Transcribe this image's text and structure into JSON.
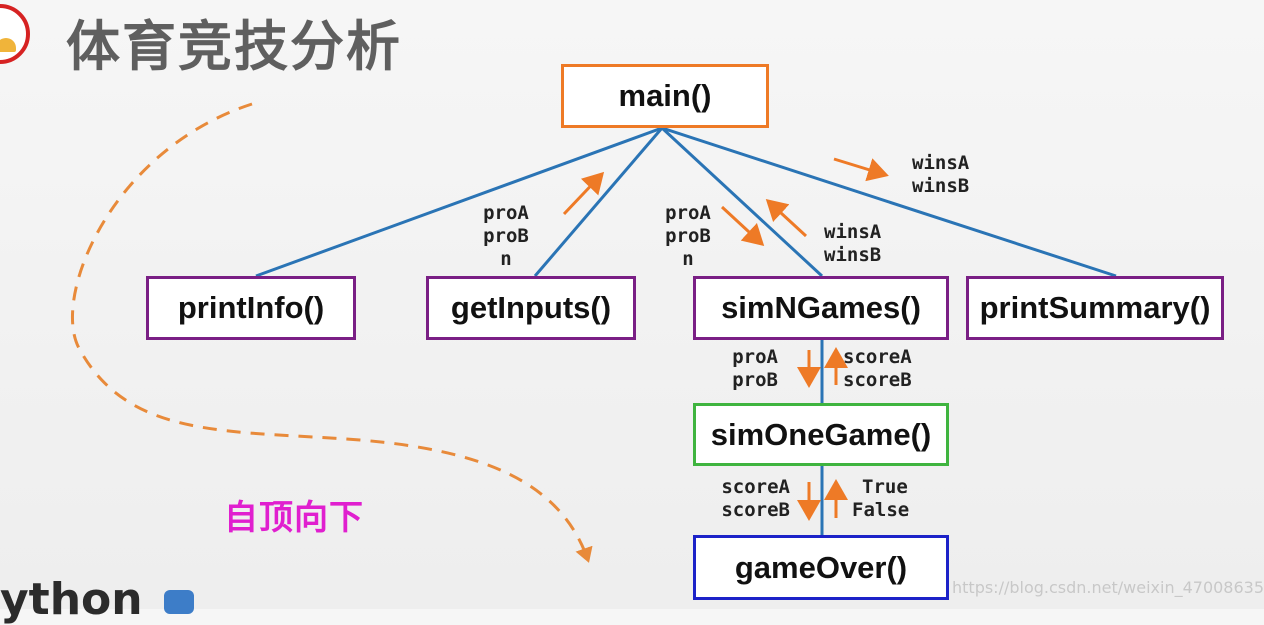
{
  "header": {
    "title": "体育竞技分析"
  },
  "nodes": {
    "main": "main()",
    "printInfo": "printInfo()",
    "getInputs": "getInputs()",
    "simNGames": "simNGames()",
    "printSummary": "printSummary()",
    "simOneGame": "simOneGame()",
    "gameOver": "gameOver()"
  },
  "labels": {
    "getInputs_return": [
      "proA",
      "proB",
      "n"
    ],
    "simNGames_args": [
      "proA",
      "proB",
      "n"
    ],
    "simNGames_return": [
      "winsA",
      "winsB"
    ],
    "printSummary_args": [
      "winsA",
      "winsB"
    ],
    "simOneGame_args": [
      "proA",
      "proB"
    ],
    "simOneGame_return": [
      "scoreA",
      "scoreB"
    ],
    "gameOver_args": [
      "scoreA",
      "scoreB"
    ],
    "gameOver_return": [
      "True",
      "False"
    ]
  },
  "side_note": "自顶向下",
  "footer": {
    "logo_text": "ython",
    "watermark": "https://blog.csdn.net/weixin_47008635"
  },
  "colors": {
    "connector": "#2a74b5",
    "arrow": "#ee7a26",
    "main_border": "#ee7a26",
    "level1_border": "#7a1f85",
    "simOneGame_border": "#3fb43f",
    "gameOver_border": "#1c22c8",
    "side_note": "#e01fcf"
  }
}
